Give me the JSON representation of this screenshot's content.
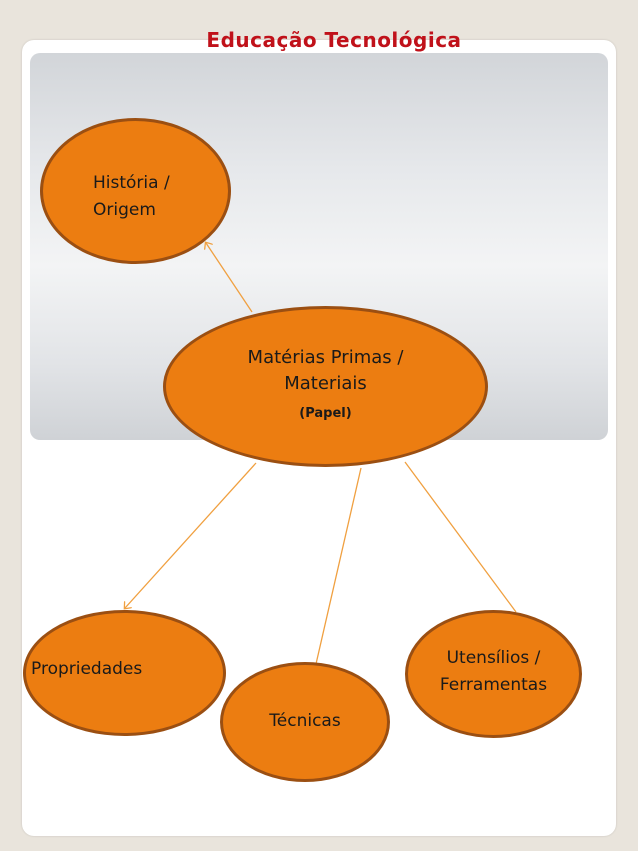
{
  "title": "Educação Tecnológica",
  "colors": {
    "title": "#c0111a",
    "node_fill": "#ec7d11",
    "node_border": "#9b4f12",
    "connector": "#f0a040"
  },
  "nodes": {
    "historia": {
      "line1": "História /",
      "line2": "Origem"
    },
    "materias": {
      "line1": "Matérias Primas /",
      "line2": "Materiais",
      "line3": "(Papel)"
    },
    "propriedades": {
      "line1": "Propriedades"
    },
    "tecnicas": {
      "line1": "Técnicas"
    },
    "utensilios": {
      "line1": "Utensílios /",
      "line2": "Ferramentas"
    }
  }
}
